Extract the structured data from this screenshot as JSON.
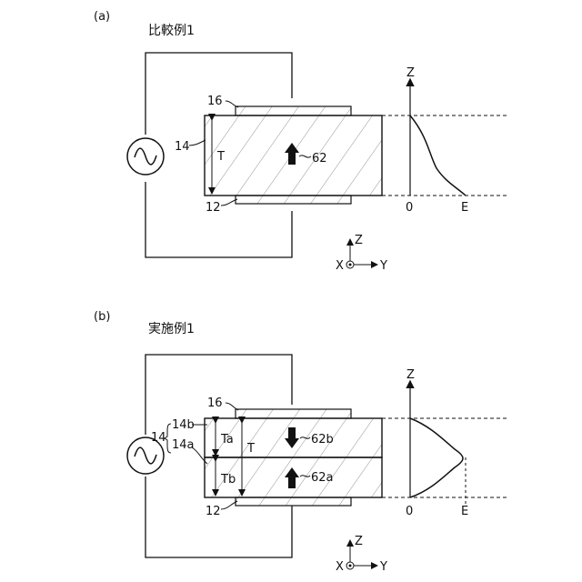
{
  "panel_a": {
    "caption": "(a)",
    "title": "比較例1",
    "labels": {
      "top_electrode": "16",
      "bottom_electrode": "12",
      "film": "14",
      "thickness": "T",
      "polarization": "62"
    },
    "graph": {
      "z_axis": "Z",
      "origin": "0",
      "e_axis": "E"
    },
    "axes": {
      "x": "X",
      "y": "Y",
      "z": "Z"
    }
  },
  "panel_b": {
    "caption": "(b)",
    "title": "実施例1",
    "labels": {
      "top_electrode": "16",
      "bottom_electrode": "12",
      "film": "14",
      "upper_layer": "14b",
      "lower_layer": "14a",
      "upper_thickness": "Ta",
      "lower_thickness": "Tb",
      "thickness": "T",
      "upper_polarization": "62b",
      "lower_polarization": "62a"
    },
    "graph": {
      "z_axis": "Z",
      "origin": "0",
      "e_axis": "E"
    },
    "axes": {
      "x": "X",
      "y": "Y",
      "z": "Z"
    }
  }
}
